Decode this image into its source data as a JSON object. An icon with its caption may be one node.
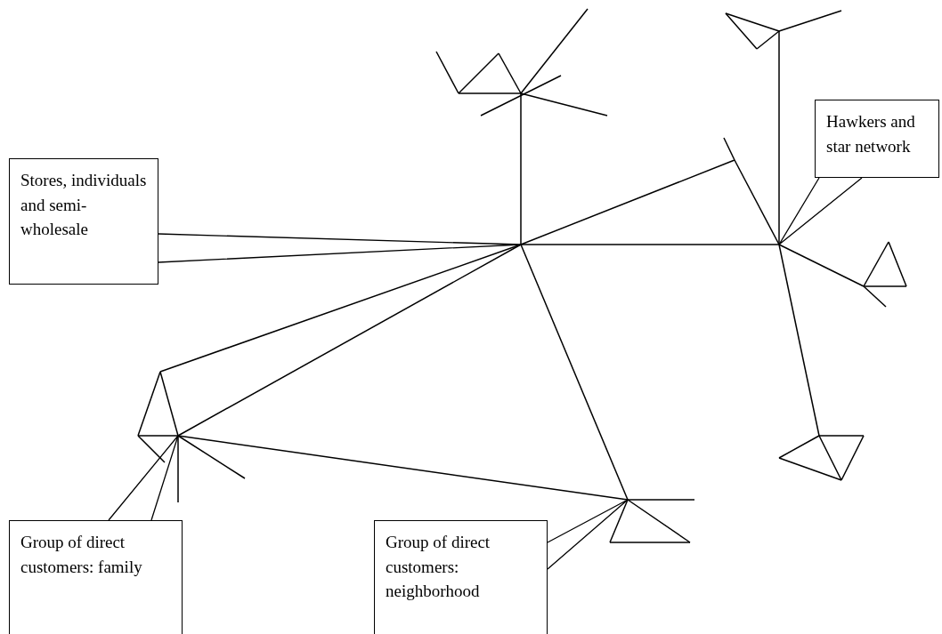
{
  "diagram": {
    "nodes": [
      {
        "text": [
          "Stores, individuals and semi-wholesale"
        ]
      },
      {
        "text": [
          "Hawkers and star network"
        ]
      },
      {
        "text": [
          "Group of direct customers: family"
        ]
      },
      {
        "text": [
          "Group of direct customers: neighborhood"
        ]
      }
    ],
    "edges": [
      {
        "from": 0,
        "to": null,
        "arrow": "none"
      },
      {
        "from": 1,
        "to": null,
        "arrow": "none"
      },
      {
        "from": 2,
        "to": null,
        "arrow": "none"
      },
      {
        "from": 3,
        "to": null,
        "arrow": "none"
      }
    ]
  }
}
